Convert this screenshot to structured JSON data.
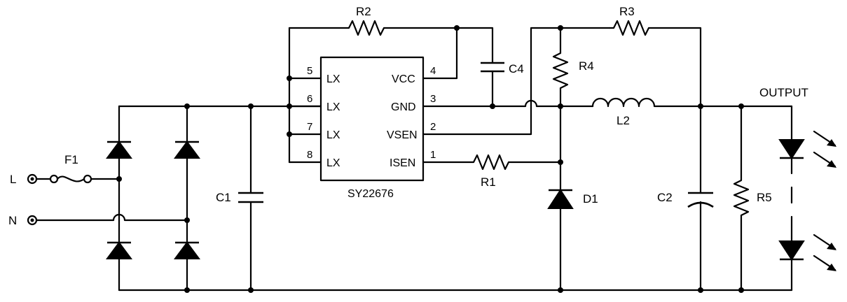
{
  "ic": {
    "part_number": "SY22676",
    "pins": [
      {
        "num": "5",
        "name": "LX"
      },
      {
        "num": "6",
        "name": "LX"
      },
      {
        "num": "7",
        "name": "LX"
      },
      {
        "num": "8",
        "name": "LX"
      },
      {
        "num": "4",
        "name": "VCC"
      },
      {
        "num": "3",
        "name": "GND"
      },
      {
        "num": "2",
        "name": "VSEN"
      },
      {
        "num": "1",
        "name": "ISEN"
      }
    ]
  },
  "inputs": {
    "line": "L",
    "neutral": "N"
  },
  "components": {
    "fuse": "F1",
    "c1": "C1",
    "c2": "C2",
    "c4": "C4",
    "r1": "R1",
    "r2": "R2",
    "r3": "R3",
    "r4": "R4",
    "r5": "R5",
    "l2": "L2",
    "d1": "D1"
  },
  "output_label": "OUTPUT",
  "colors": {
    "stroke": "#000000",
    "background": "#ffffff"
  }
}
